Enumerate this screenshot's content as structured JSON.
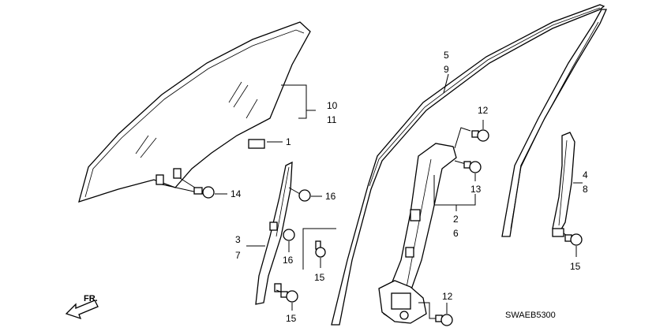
{
  "callouts": {
    "c10": "10",
    "c11": "11",
    "c1": "1",
    "c14": "14",
    "c16a": "16",
    "c3": "3",
    "c7": "7",
    "c16b": "16",
    "c15a": "15",
    "c15b": "15",
    "c5": "5",
    "c9": "9",
    "c12a": "12",
    "c13": "13",
    "c2": "2",
    "c6": "6",
    "c12b": "12",
    "c4": "4",
    "c8": "8",
    "c15c": "15"
  },
  "diagram_code": "SWAEB5300",
  "direction_label": "FR."
}
